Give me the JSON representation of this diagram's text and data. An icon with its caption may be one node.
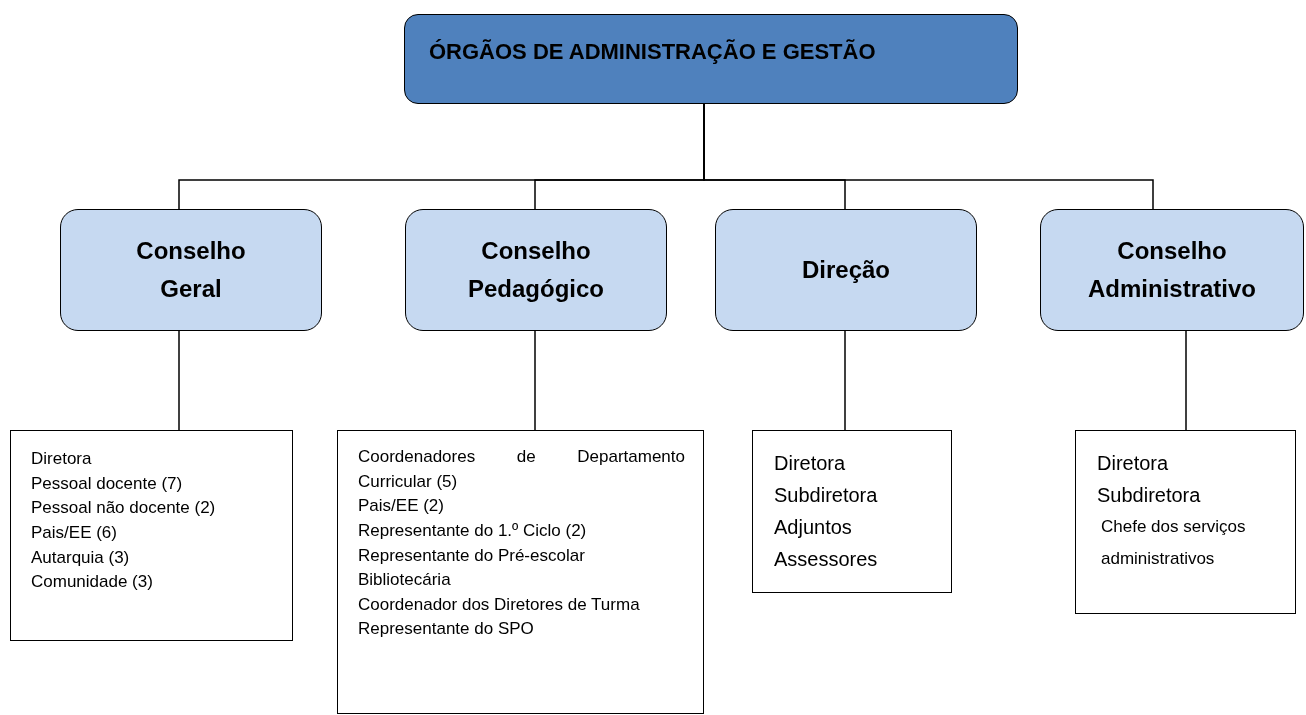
{
  "diagram": {
    "nodes": [
      {
        "text": [
          "ÓRGÃOS DE ADMINISTRAÇÃO E GESTÃO"
        ]
      },
      {
        "text": [
          "Conselho Geral"
        ]
      },
      {
        "text": [
          "Conselho Pedagógico"
        ]
      },
      {
        "text": [
          "Direção"
        ]
      },
      {
        "text": [
          "Conselho Administrativo"
        ]
      },
      {
        "text": [
          "Diretora",
          "Pessoal docente (7)",
          "Pessoal não docente (2)",
          "Pais/EE (6)",
          "Autarquia (3)",
          "Comunidade (3)"
        ]
      },
      {
        "text": [
          "Coordenadores de Departamento Curricular (5)",
          "Pais/EE (2)",
          "Representante do 1.º Ciclo (2)",
          "Representante do Pré-escolar",
          "Bibliotecária",
          "Coordenador dos Diretores de Turma",
          "Representante do SPO"
        ]
      },
      {
        "text": [
          "Diretora",
          "Subdiretora",
          "Adjuntos",
          "Assessores"
        ]
      },
      {
        "text": [
          "Diretora",
          "Subdiretora",
          "Chefe dos serviços administrativos"
        ]
      }
    ],
    "edges": [
      {
        "from": 0,
        "to": 1,
        "arrow": "none"
      },
      {
        "from": 0,
        "to": 2,
        "arrow": "none"
      },
      {
        "from": 0,
        "to": 3,
        "arrow": "none"
      },
      {
        "from": 0,
        "to": 4,
        "arrow": "none"
      },
      {
        "from": 1,
        "to": 5,
        "arrow": "none"
      },
      {
        "from": 2,
        "to": 6,
        "arrow": "none"
      },
      {
        "from": 3,
        "to": 7,
        "arrow": "none"
      },
      {
        "from": 4,
        "to": 8,
        "arrow": "none"
      }
    ]
  }
}
